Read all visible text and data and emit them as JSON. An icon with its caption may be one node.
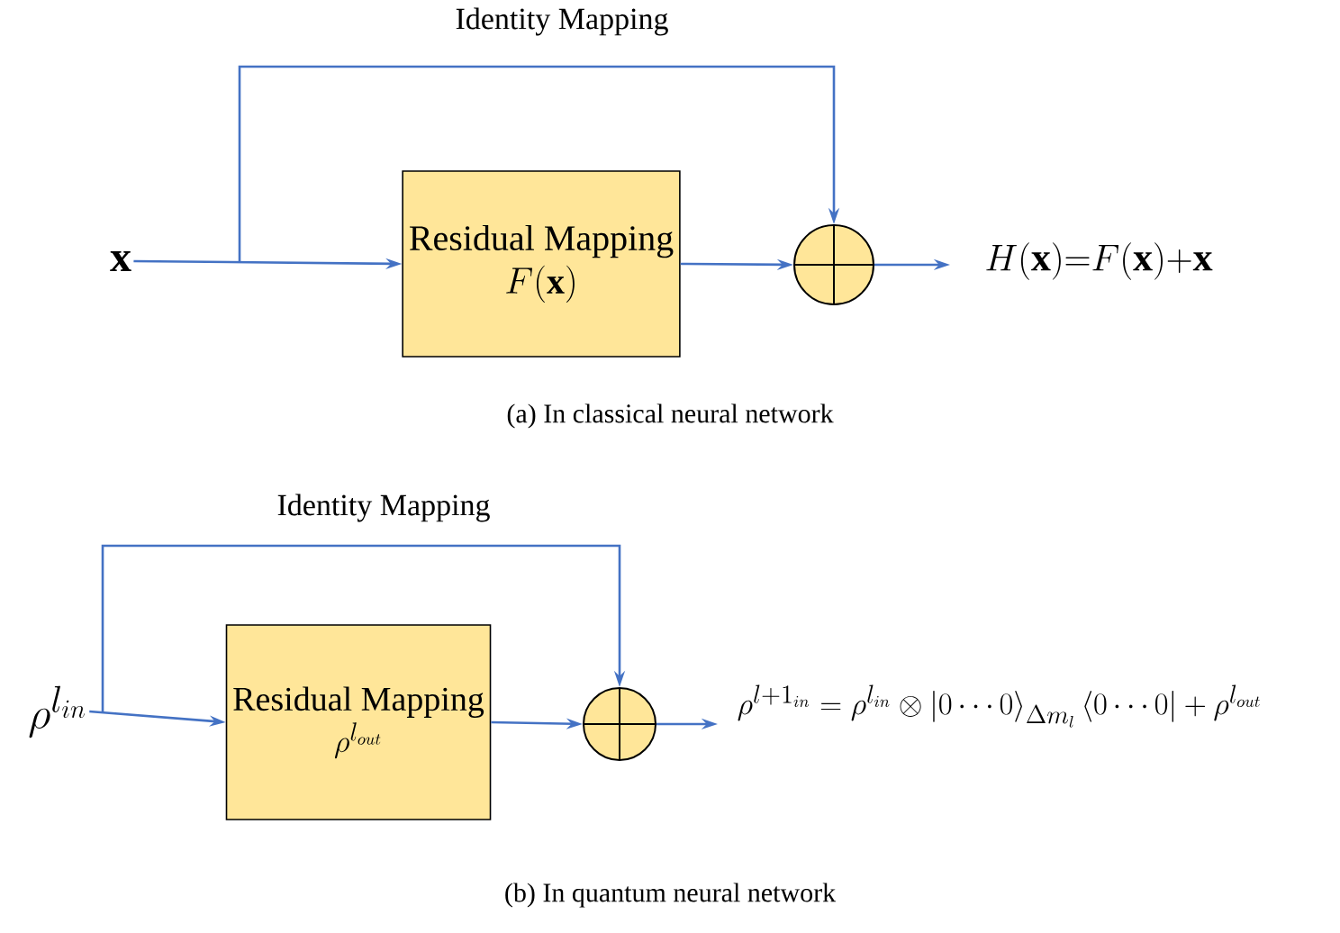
{
  "diagram": {
    "nodes": [
      {
        "text": [
          "\\mathbf{x}"
        ]
      },
      {
        "text": [
          "Residual Mapping",
          "F(\\mathbf{x})"
        ]
      },
      {
        "text": [],
        "shape": "circle"
      },
      {
        "text": [
          "H(\\mathbf{x})\\mathrm{=}F(\\mathbf{x})\\mathrm{+}\\mathbf{x}"
        ]
      },
      {
        "text": [
          "\\rho^{l_{in}}"
        ]
      },
      {
        "text": [
          "Residual Mapping",
          "\\rho^{l_{out}}"
        ]
      },
      {
        "text": [],
        "shape": "circle"
      },
      {
        "text": [
          "\\rho^{l+1_{in}} = \\rho^{l_{in}} \\otimes \\left|0\\cdots0\\right\\rangle_{\\Delta m_l} \\left\\langle 0\\cdots0\\right| + \\rho^{l_{out}}"
        ]
      }
    ],
    "edges": [
      {
        "from": 0,
        "to": 1,
        "arrow": "to"
      },
      {
        "from": 1,
        "to": 2,
        "arrow": "to"
      },
      {
        "from": 0,
        "to": 2,
        "arrow": "to",
        "label": "Identity Mapping"
      },
      {
        "from": 2,
        "to": 3,
        "arrow": "to"
      },
      {
        "from": 4,
        "to": 5,
        "arrow": "to"
      },
      {
        "from": 5,
        "to": 6,
        "arrow": "to"
      },
      {
        "from": 4,
        "to": 6,
        "arrow": "to",
        "label": "Identity Mapping"
      },
      {
        "from": 6,
        "to": 7,
        "arrow": "to"
      }
    ],
    "labels": [
      "(a) In classical neural network",
      "(b) In quantum neural network"
    ]
  }
}
